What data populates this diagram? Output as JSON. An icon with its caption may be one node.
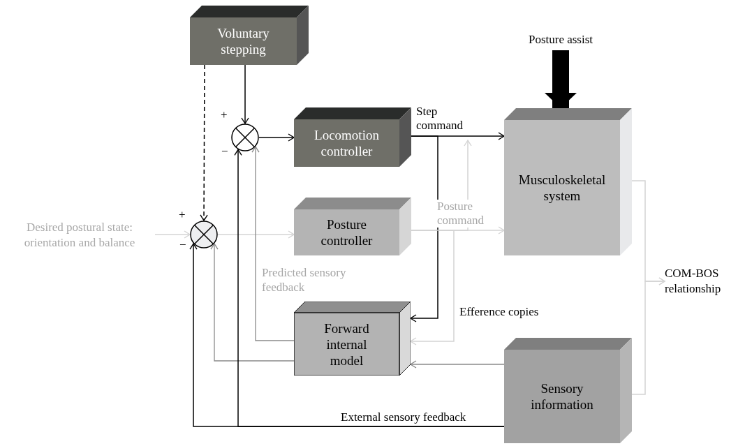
{
  "diagram": {
    "nodes": [
      {
        "text": [
          "Voluntary stepping"
        ]
      },
      {
        "text": [],
        "shape": "circle"
      },
      {
        "text": [
          "Locomotion controller"
        ]
      },
      {
        "text": [
          "Desired postural state: orientation and balance"
        ]
      },
      {
        "text": [],
        "shape": "circle"
      },
      {
        "text": [
          "Posture controller"
        ]
      },
      {
        "text": [
          "Musculoskeletal system"
        ]
      },
      {
        "text": [
          "Forward internal model"
        ]
      },
      {
        "text": [
          "Sensory information"
        ]
      },
      {
        "text": [
          "COM-BOS relationship"
        ]
      },
      {
        "text": [
          "Posture assist"
        ]
      }
    ],
    "edges": [
      {
        "from": 0,
        "to": 1,
        "arrow": "to"
      },
      {
        "from": 0,
        "to": 4,
        "arrow": "to",
        "style": "dashed"
      },
      {
        "from": 1,
        "to": 2,
        "arrow": "to"
      },
      {
        "from": 3,
        "to": 4,
        "arrow": "to",
        "color": "#d4d4d4"
      },
      {
        "from": 4,
        "to": 5,
        "arrow": "to",
        "color": "#d4d4d4"
      },
      {
        "from": 2,
        "to": 6,
        "arrow": "to",
        "label": "Step command"
      },
      {
        "from": 5,
        "to": 6,
        "arrow": "to",
        "label": "Posture command",
        "color": "#d4d4d4"
      },
      {
        "from": 5,
        "to": null,
        "arrow": "to",
        "color": "#d4d4d4"
      },
      {
        "from": 2,
        "to": 7,
        "arrow": "to"
      },
      {
        "from": 5,
        "to": 7,
        "arrow": "to",
        "color": "#d4d4d4"
      },
      {
        "from": 7,
        "to": 1,
        "arrow": "to",
        "color": "#8a8a8a"
      },
      {
        "from": 7,
        "to": 4,
        "arrow": "to",
        "color": "#8a8a8a"
      },
      {
        "from": 8,
        "to": 7,
        "arrow": "to",
        "color": "#8a8a8a"
      },
      {
        "from": 8,
        "to": 4,
        "arrow": "to",
        "label": "External sensory feedback"
      },
      {
        "from": 8,
        "to": 1,
        "arrow": "to"
      },
      {
        "from": 6,
        "to": 9,
        "arrow": "to",
        "color": "#d4d4d4"
      },
      {
        "from": 8,
        "to": 9,
        "arrow": "to",
        "color": "#d4d4d4"
      },
      {
        "from": 10,
        "to": 6,
        "arrow": "to",
        "style": "thick"
      }
    ],
    "labels": [
      "+",
      "−",
      "+",
      "−",
      "Predicted sensory feedback",
      "Efference copies"
    ]
  }
}
